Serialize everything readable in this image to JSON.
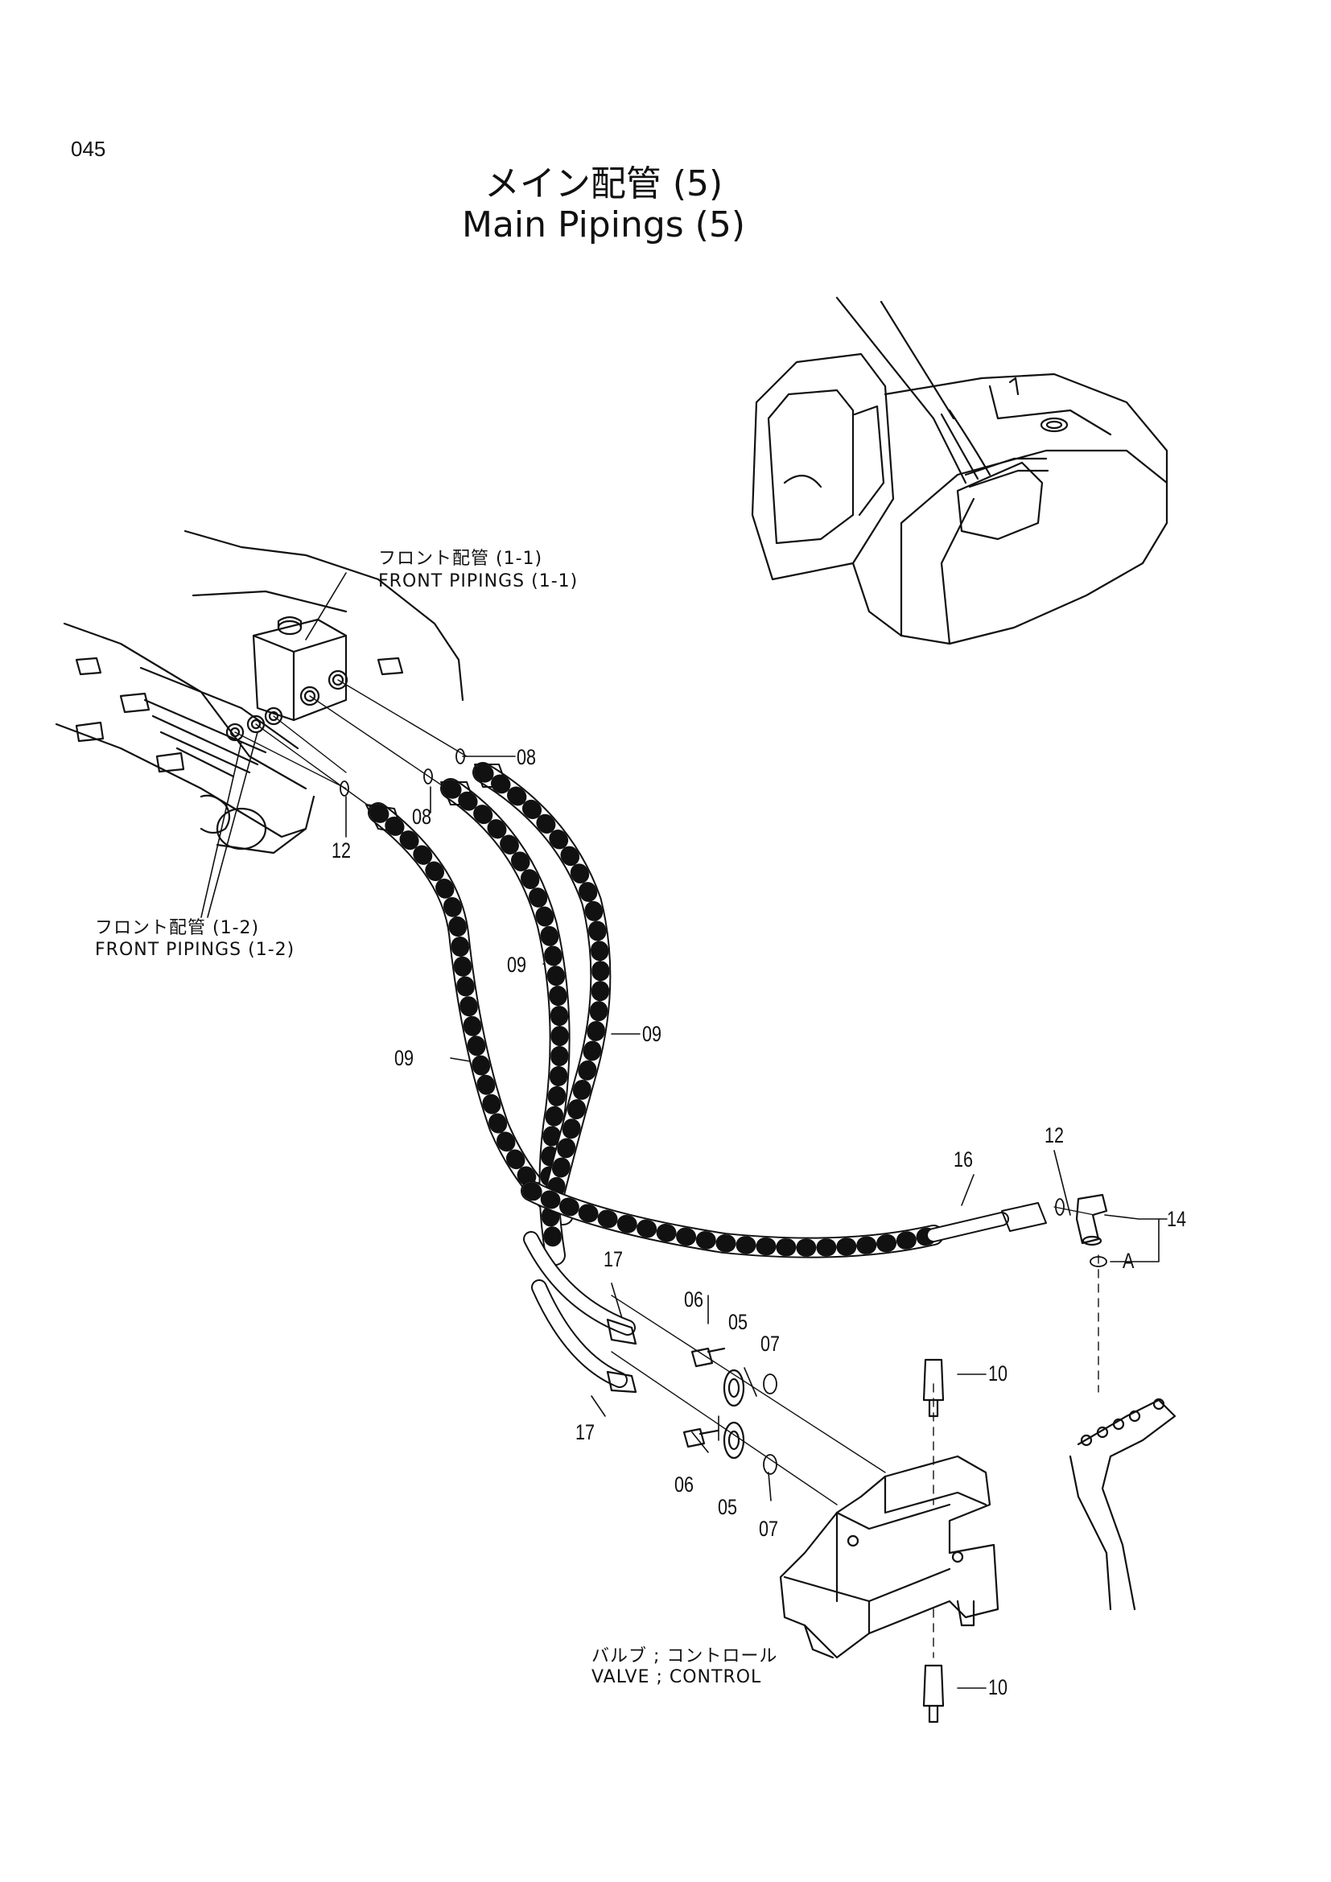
{
  "page_number": "045",
  "title_jp": "メイン配管 (5)",
  "title_en": "Main Pipings (5)",
  "callouts": {
    "front_11_jp": "フロント配管 (1-1)",
    "front_11_en": "FRONT PIPINGS (1-1)",
    "front_12_jp": "フロント配管 (1-2)",
    "front_12_en": "FRONT PIPINGS (1-2)",
    "valve_jp": "バルブ ; コントロール",
    "valve_en": "VALVE ; CONTROL"
  },
  "part_labels": {
    "p08a": "08",
    "p08b": "08",
    "p12a": "12",
    "p09a": "09",
    "p09b": "09",
    "p09c": "09",
    "p16": "16",
    "p12b": "12",
    "p14": "14",
    "pA": "A",
    "p17a": "17",
    "p17b": "17",
    "p06a": "06",
    "p05a": "05",
    "p07a": "07",
    "p10a": "10",
    "p06b": "06",
    "p05b": "05",
    "p07b": "07",
    "p10b": "10"
  }
}
